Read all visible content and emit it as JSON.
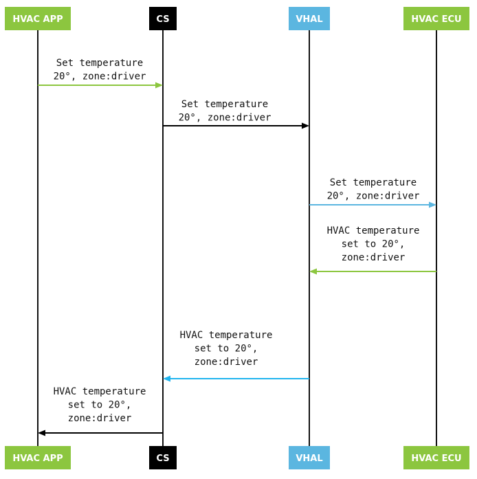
{
  "actors": [
    {
      "id": "hvac_app",
      "label": "HVAC APP",
      "color": "#8cc63f"
    },
    {
      "id": "cs",
      "label": "CS",
      "color": "#000000"
    },
    {
      "id": "vhal",
      "label": "VHAL",
      "color": "#5bb6e0"
    },
    {
      "id": "hvac_ecu",
      "label": "HVAC ECU",
      "color": "#8cc63f"
    }
  ],
  "messages": [
    {
      "from": "hvac_app",
      "to": "cs",
      "color": "#8cc63f",
      "label": [
        "Set temperature",
        "20°, zone:driver"
      ]
    },
    {
      "from": "cs",
      "to": "vhal",
      "color": "#000000",
      "label": [
        "Set temperature",
        "20°, zone:driver"
      ]
    },
    {
      "from": "vhal",
      "to": "hvac_ecu",
      "color": "#5bb6e0",
      "label": [
        "Set temperature",
        "20°, zone:driver"
      ]
    },
    {
      "from": "hvac_ecu",
      "to": "vhal",
      "color": "#8cc63f",
      "label": [
        "HVAC temperature",
        "set to 20°,",
        "zone:driver"
      ]
    },
    {
      "from": "vhal",
      "to": "cs",
      "color": "#1fb4ee",
      "label": [
        "HVAC temperature",
        "set to 20°,",
        "zone:driver"
      ]
    },
    {
      "from": "cs",
      "to": "hvac_app",
      "color": "#000000",
      "label": [
        "HVAC temperature",
        "set to 20°,",
        "zone:driver"
      ]
    }
  ]
}
